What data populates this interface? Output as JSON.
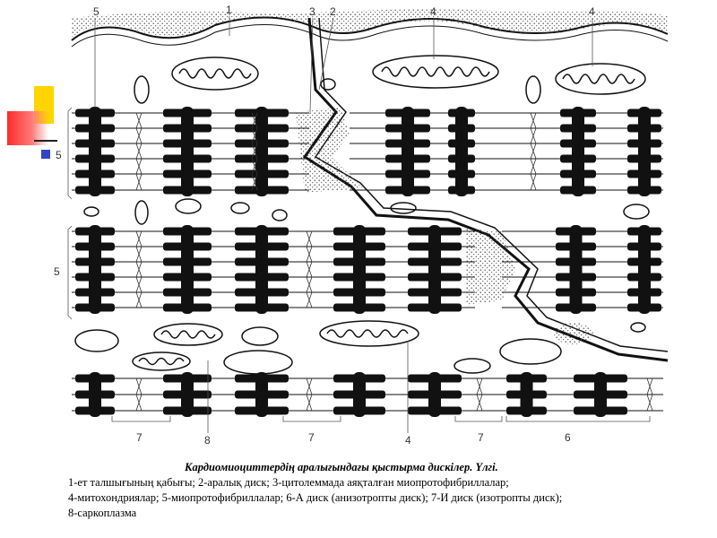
{
  "diagram": {
    "top_labels": [
      "5",
      "1",
      "3",
      "2",
      "4",
      "4"
    ],
    "side_labels": [
      "5",
      "5"
    ],
    "bottom_labels": [
      "7",
      "8",
      "7",
      "4",
      "7",
      "6"
    ]
  },
  "caption": {
    "title": "Кардиомиоциттердің аралығындағы қыстырма дискілер. Үлгі.",
    "line1": "1-ет талшығының қабығы; 2-аралық диск; 3-цитолеммада аяқталған миопротофибриллалар;",
    "line2": "4-митохондриялар; 5-миопротофибриллалар; 6-А диск (анизотропты диск); 7-И диск (изотропты диск);",
    "line3": "8-саркоплазма"
  },
  "colors": {
    "ink": "#111111",
    "deco_yellow": "#ffd400",
    "deco_red": "#ff2a2a",
    "deco_blue": "#3344cc"
  }
}
